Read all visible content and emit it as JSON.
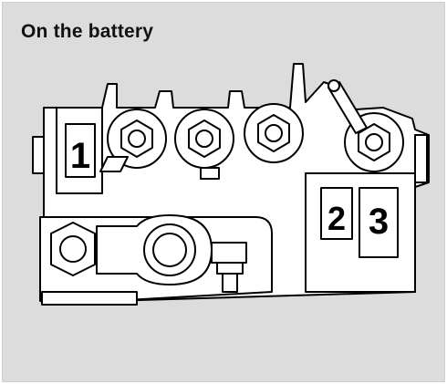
{
  "title": "On the battery",
  "labels": [
    "1",
    "2",
    "3"
  ],
  "colors": {
    "panel": "#dcdcdc",
    "line": "#000000",
    "fill": "#ffffff"
  }
}
